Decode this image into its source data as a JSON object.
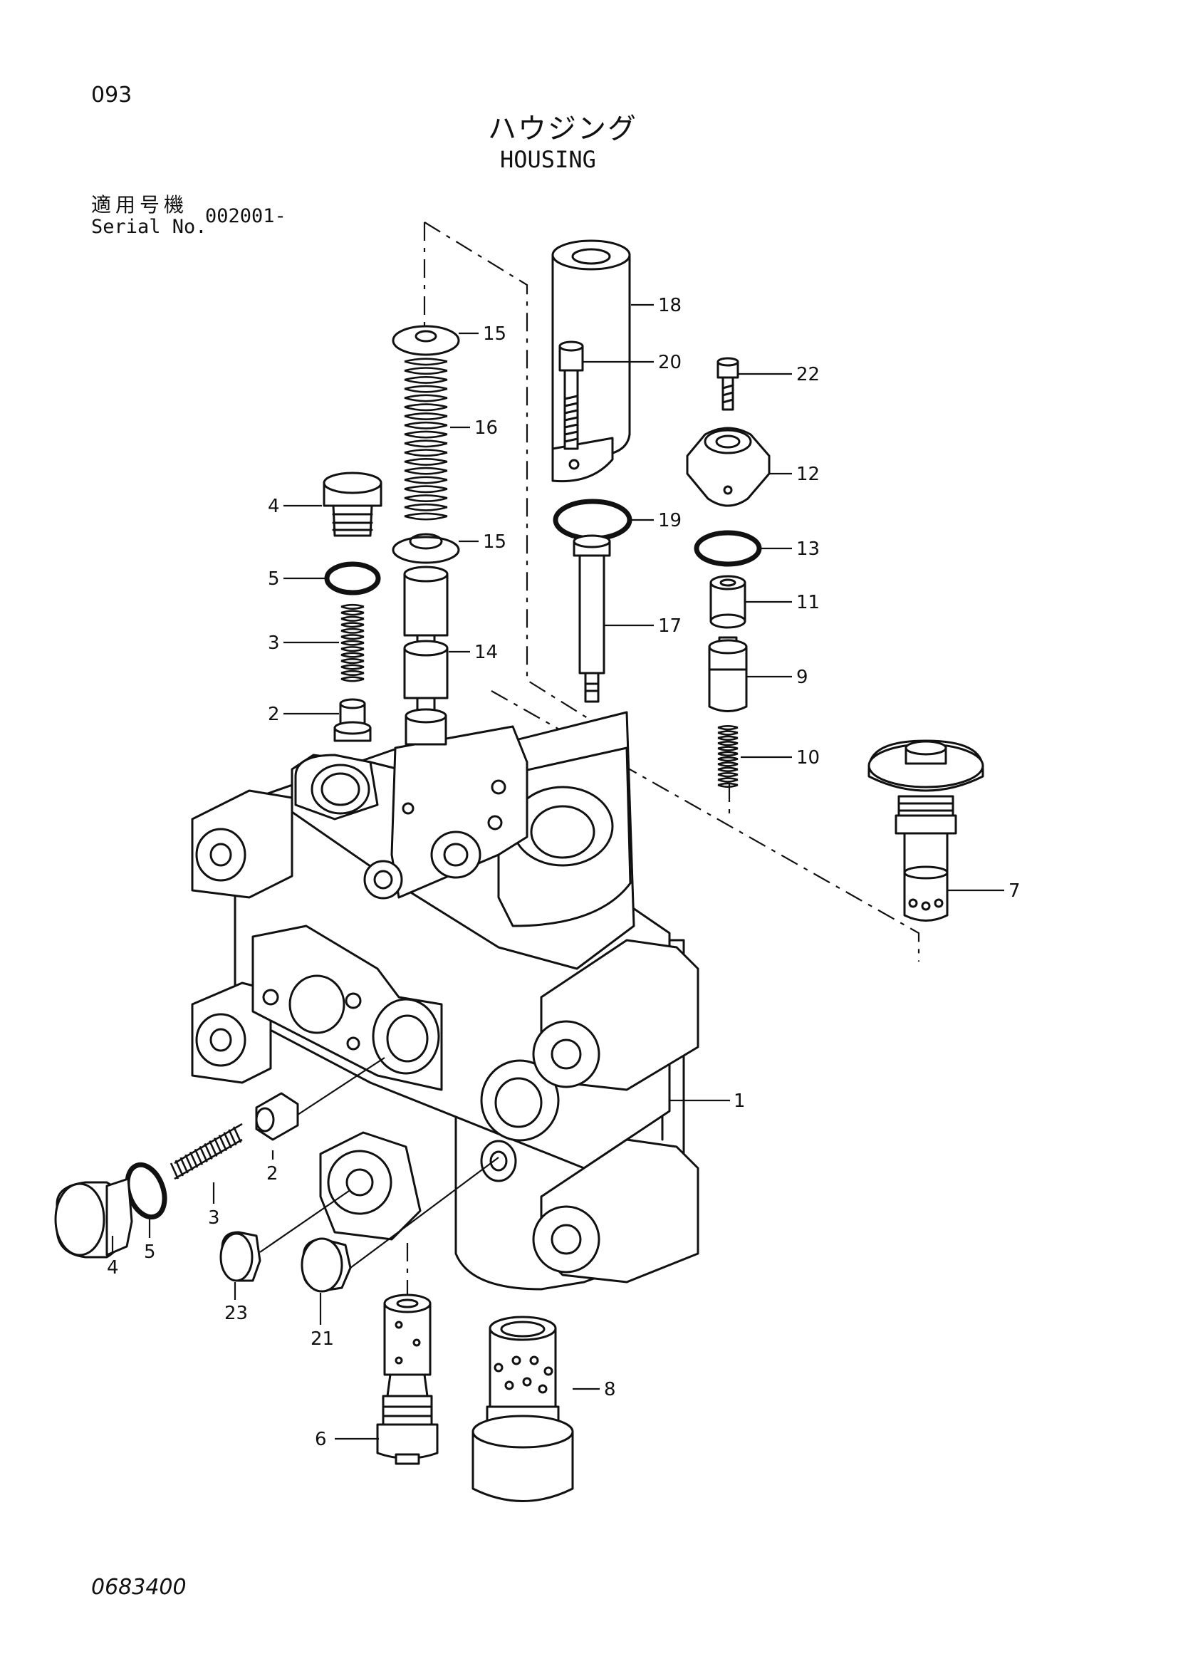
{
  "header": {
    "page_number": "093",
    "title_jp": "ハウジング",
    "title_en": "HOUSING",
    "serial_label_jp": "適用号機",
    "serial_label_en": "Serial No.",
    "serial_value": "002001-"
  },
  "footer": {
    "document_number": "0683400"
  },
  "callouts": {
    "c1": "1",
    "c2a": "2",
    "c2b": "2",
    "c3a": "3",
    "c3b": "3",
    "c4a": "4",
    "c4b": "4",
    "c5a": "5",
    "c5b": "5",
    "c6": "6",
    "c7": "7",
    "c8": "8",
    "c9": "9",
    "c10": "10",
    "c11": "11",
    "c12": "12",
    "c13": "13",
    "c14": "14",
    "c15a": "15",
    "c15b": "15",
    "c16": "16",
    "c17": "17",
    "c18": "18",
    "c19": "19",
    "c20": "20",
    "c21": "21",
    "c22": "22",
    "c23": "23"
  }
}
